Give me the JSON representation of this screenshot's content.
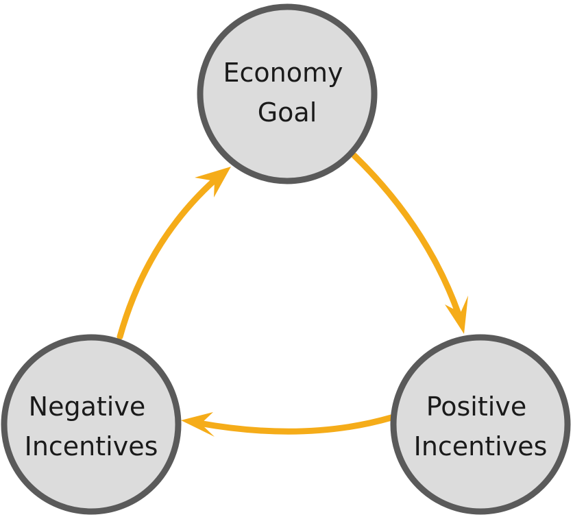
{
  "diagram": {
    "colors": {
      "node_fill": "#dcdcdc",
      "node_stroke": "#5a5a5a",
      "arrow": "#f5ac19",
      "text": "#1a1a1a"
    },
    "nodes": {
      "economy_goal": {
        "line1": "Economy",
        "line2": "Goal"
      },
      "negative_incentives": {
        "line1": "Negative",
        "line2": "Incentives"
      },
      "positive_incentives": {
        "line1": "Positive",
        "line2": "Incentives"
      }
    },
    "edges": [
      {
        "from": "Economy Goal",
        "to": "Positive Incentives"
      },
      {
        "from": "Positive Incentives",
        "to": "Negative Incentives"
      },
      {
        "from": "Negative Incentives",
        "to": "Economy Goal"
      }
    ]
  }
}
